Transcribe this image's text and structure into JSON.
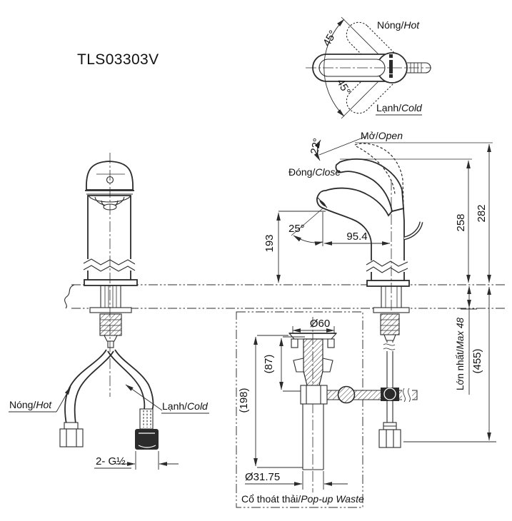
{
  "drawing": {
    "title": "TLS03303V",
    "colors": {
      "line": "#2b2b2b",
      "text": "#111111",
      "background": "#ffffff"
    },
    "top_view": {
      "hot": {
        "vi": "Nóng/",
        "en": "Hot"
      },
      "cold": {
        "vi": "Lạnh/",
        "en": "Cold"
      },
      "angle_upper": "45°",
      "angle_lower": "45°"
    },
    "side_view": {
      "open": {
        "vi": "Mở/",
        "en": "Open"
      },
      "close": {
        "vi": "Đóng/",
        "en": "Close"
      },
      "open_angle": "22°",
      "spout_angle": "25°",
      "spout_reach": "95.4",
      "spout_height": "193",
      "height_closed": "258",
      "height_open": "282",
      "overall_height": "(455)",
      "max_counter": {
        "vi": "Lớn nhất/",
        "en": "Max 48"
      }
    },
    "front_view": {
      "hot": {
        "vi": "Nóng/",
        "en": "Hot"
      },
      "cold": {
        "vi": "Lạnh/",
        "en": "Cold"
      },
      "thread": "2- G½"
    },
    "waste": {
      "flange_dia": "Ø60",
      "plug_depth": "(87)",
      "length": "(198)",
      "pipe_dia": "Ø31.75",
      "caption": {
        "vi": "Cổ thoát thải/",
        "en": "Pop-up Waste"
      }
    }
  }
}
